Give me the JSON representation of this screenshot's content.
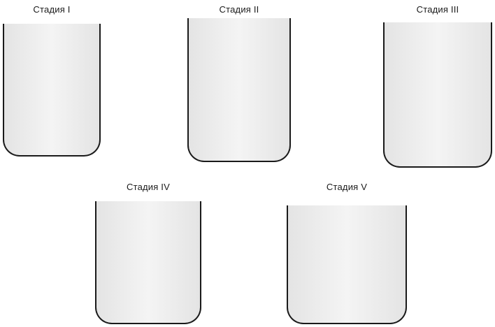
{
  "stages": [
    {
      "label": "Стадия I"
    },
    {
      "label": "Стадия II"
    },
    {
      "label": "Стадия III"
    },
    {
      "label": "Стадия IV"
    },
    {
      "label": "Стадия V"
    }
  ]
}
